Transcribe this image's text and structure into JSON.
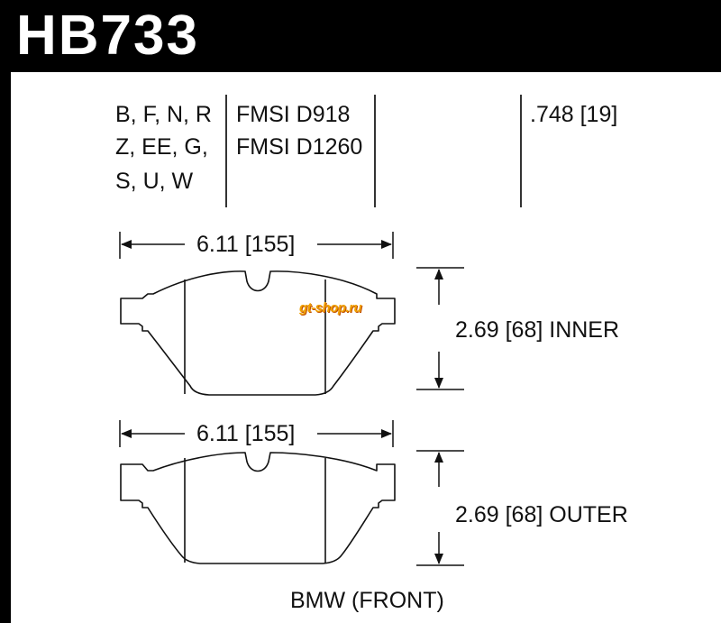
{
  "header": {
    "part_number": "HB733"
  },
  "specs": {
    "compounds": [
      "B, F, N, R",
      "Z, EE, G,",
      "S, U, W"
    ],
    "fmsi": [
      "FMSI D918",
      "FMSI D1260"
    ],
    "thickness": ".748 [19]"
  },
  "inner_pad": {
    "width_label": "6.11 [155]",
    "height_label": "2.69 [68] INNER"
  },
  "outer_pad": {
    "width_label": "6.11 [155]",
    "height_label": "2.69 [68] OUTER"
  },
  "watermark": "gt-shop.ru",
  "footer": {
    "application": "BMW (FRONT)"
  }
}
